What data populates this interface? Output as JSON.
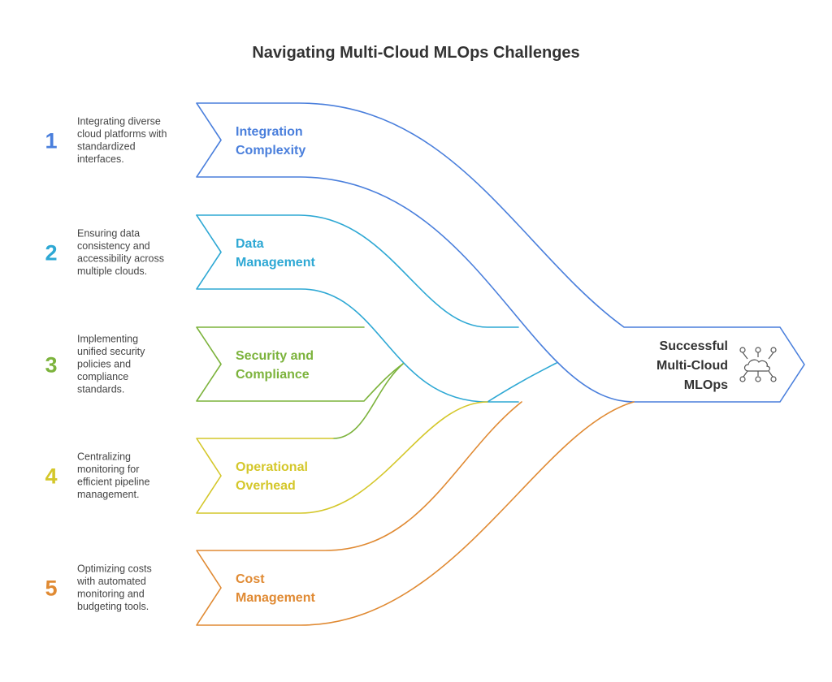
{
  "title": "Navigating Multi-Cloud MLOps Challenges",
  "challenges": [
    {
      "number": "1",
      "label_lines": [
        "Integration",
        "Complexity"
      ],
      "desc_lines": [
        "Integrating diverse",
        "cloud platforms with",
        "standardized",
        "interfaces."
      ],
      "color": "#4a7fdc"
    },
    {
      "number": "2",
      "label_lines": [
        "Data",
        "Management"
      ],
      "desc_lines": [
        "Ensuring data",
        "consistency and",
        "accessibility across",
        "multiple clouds."
      ],
      "color": "#2ea8d4"
    },
    {
      "number": "3",
      "label_lines": [
        "Security and",
        "Compliance"
      ],
      "desc_lines": [
        "Implementing",
        "unified security",
        "policies and",
        "compliance",
        "standards."
      ],
      "color": "#7cb33c"
    },
    {
      "number": "4",
      "label_lines": [
        "Operational",
        "Overhead"
      ],
      "desc_lines": [
        "Centralizing",
        "monitoring for",
        "efficient pipeline",
        "management."
      ],
      "color": "#d4c72a"
    },
    {
      "number": "5",
      "label_lines": [
        "Cost",
        "Management"
      ],
      "desc_lines": [
        "Optimizing costs",
        "with automated",
        "monitoring and",
        "budgeting tools."
      ],
      "color": "#e08a33"
    }
  ],
  "outcome": {
    "label_lines": [
      "Successful",
      "Multi-Cloud",
      "MLOps"
    ],
    "icon": "cloud-network-icon",
    "color": "#4a7fdc"
  }
}
